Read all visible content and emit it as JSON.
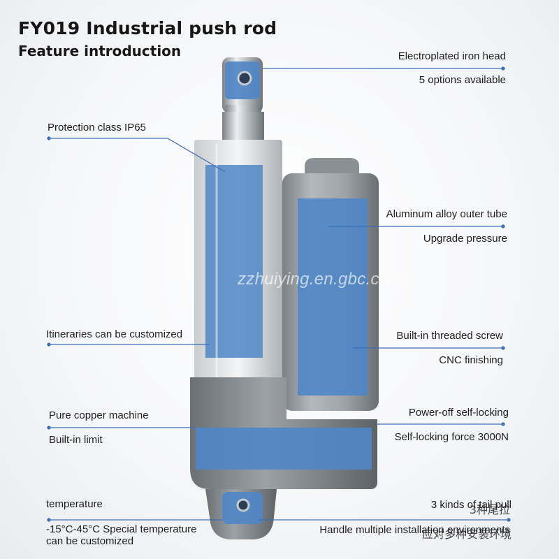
{
  "header": {
    "title": "FY019 Industrial push rod",
    "subtitle": "Feature introduction"
  },
  "watermark": "zzhuiying.en.gbc.com",
  "features_right": {
    "head_title": "Electroplated iron head",
    "head_detail": "5 options available",
    "tube_title": "Aluminum alloy outer tube",
    "tube_detail": "Upgrade pressure",
    "screw_title": "Built-in threaded screw",
    "screw_detail": "CNC finishing",
    "lock_title": "Power-off self-locking",
    "lock_detail": "Self-locking force 3000N",
    "tail_title": "3 kinds of tail pull",
    "tail_detail": "Handle multiple installation environments",
    "tail_cn_title": "3种尾拉",
    "tail_cn_detail": "应对多种安装环境"
  },
  "features_left": {
    "ip_title": "Protection class IP65",
    "stroke_title": "Itineraries can be customized",
    "motor_title": "Pure copper machine",
    "motor_detail": "Built-in limit",
    "temp_title": "temperature",
    "temp_detail_line1": "-15°C-45°C Special temperature",
    "temp_detail_line2": "can be customized"
  },
  "colors": {
    "highlight_blue": "#4f86c6",
    "body_grey": "#8a8f94",
    "line_blue": "#3d6fb5"
  },
  "icons": {
    "product": "linear-actuator-illustration"
  }
}
